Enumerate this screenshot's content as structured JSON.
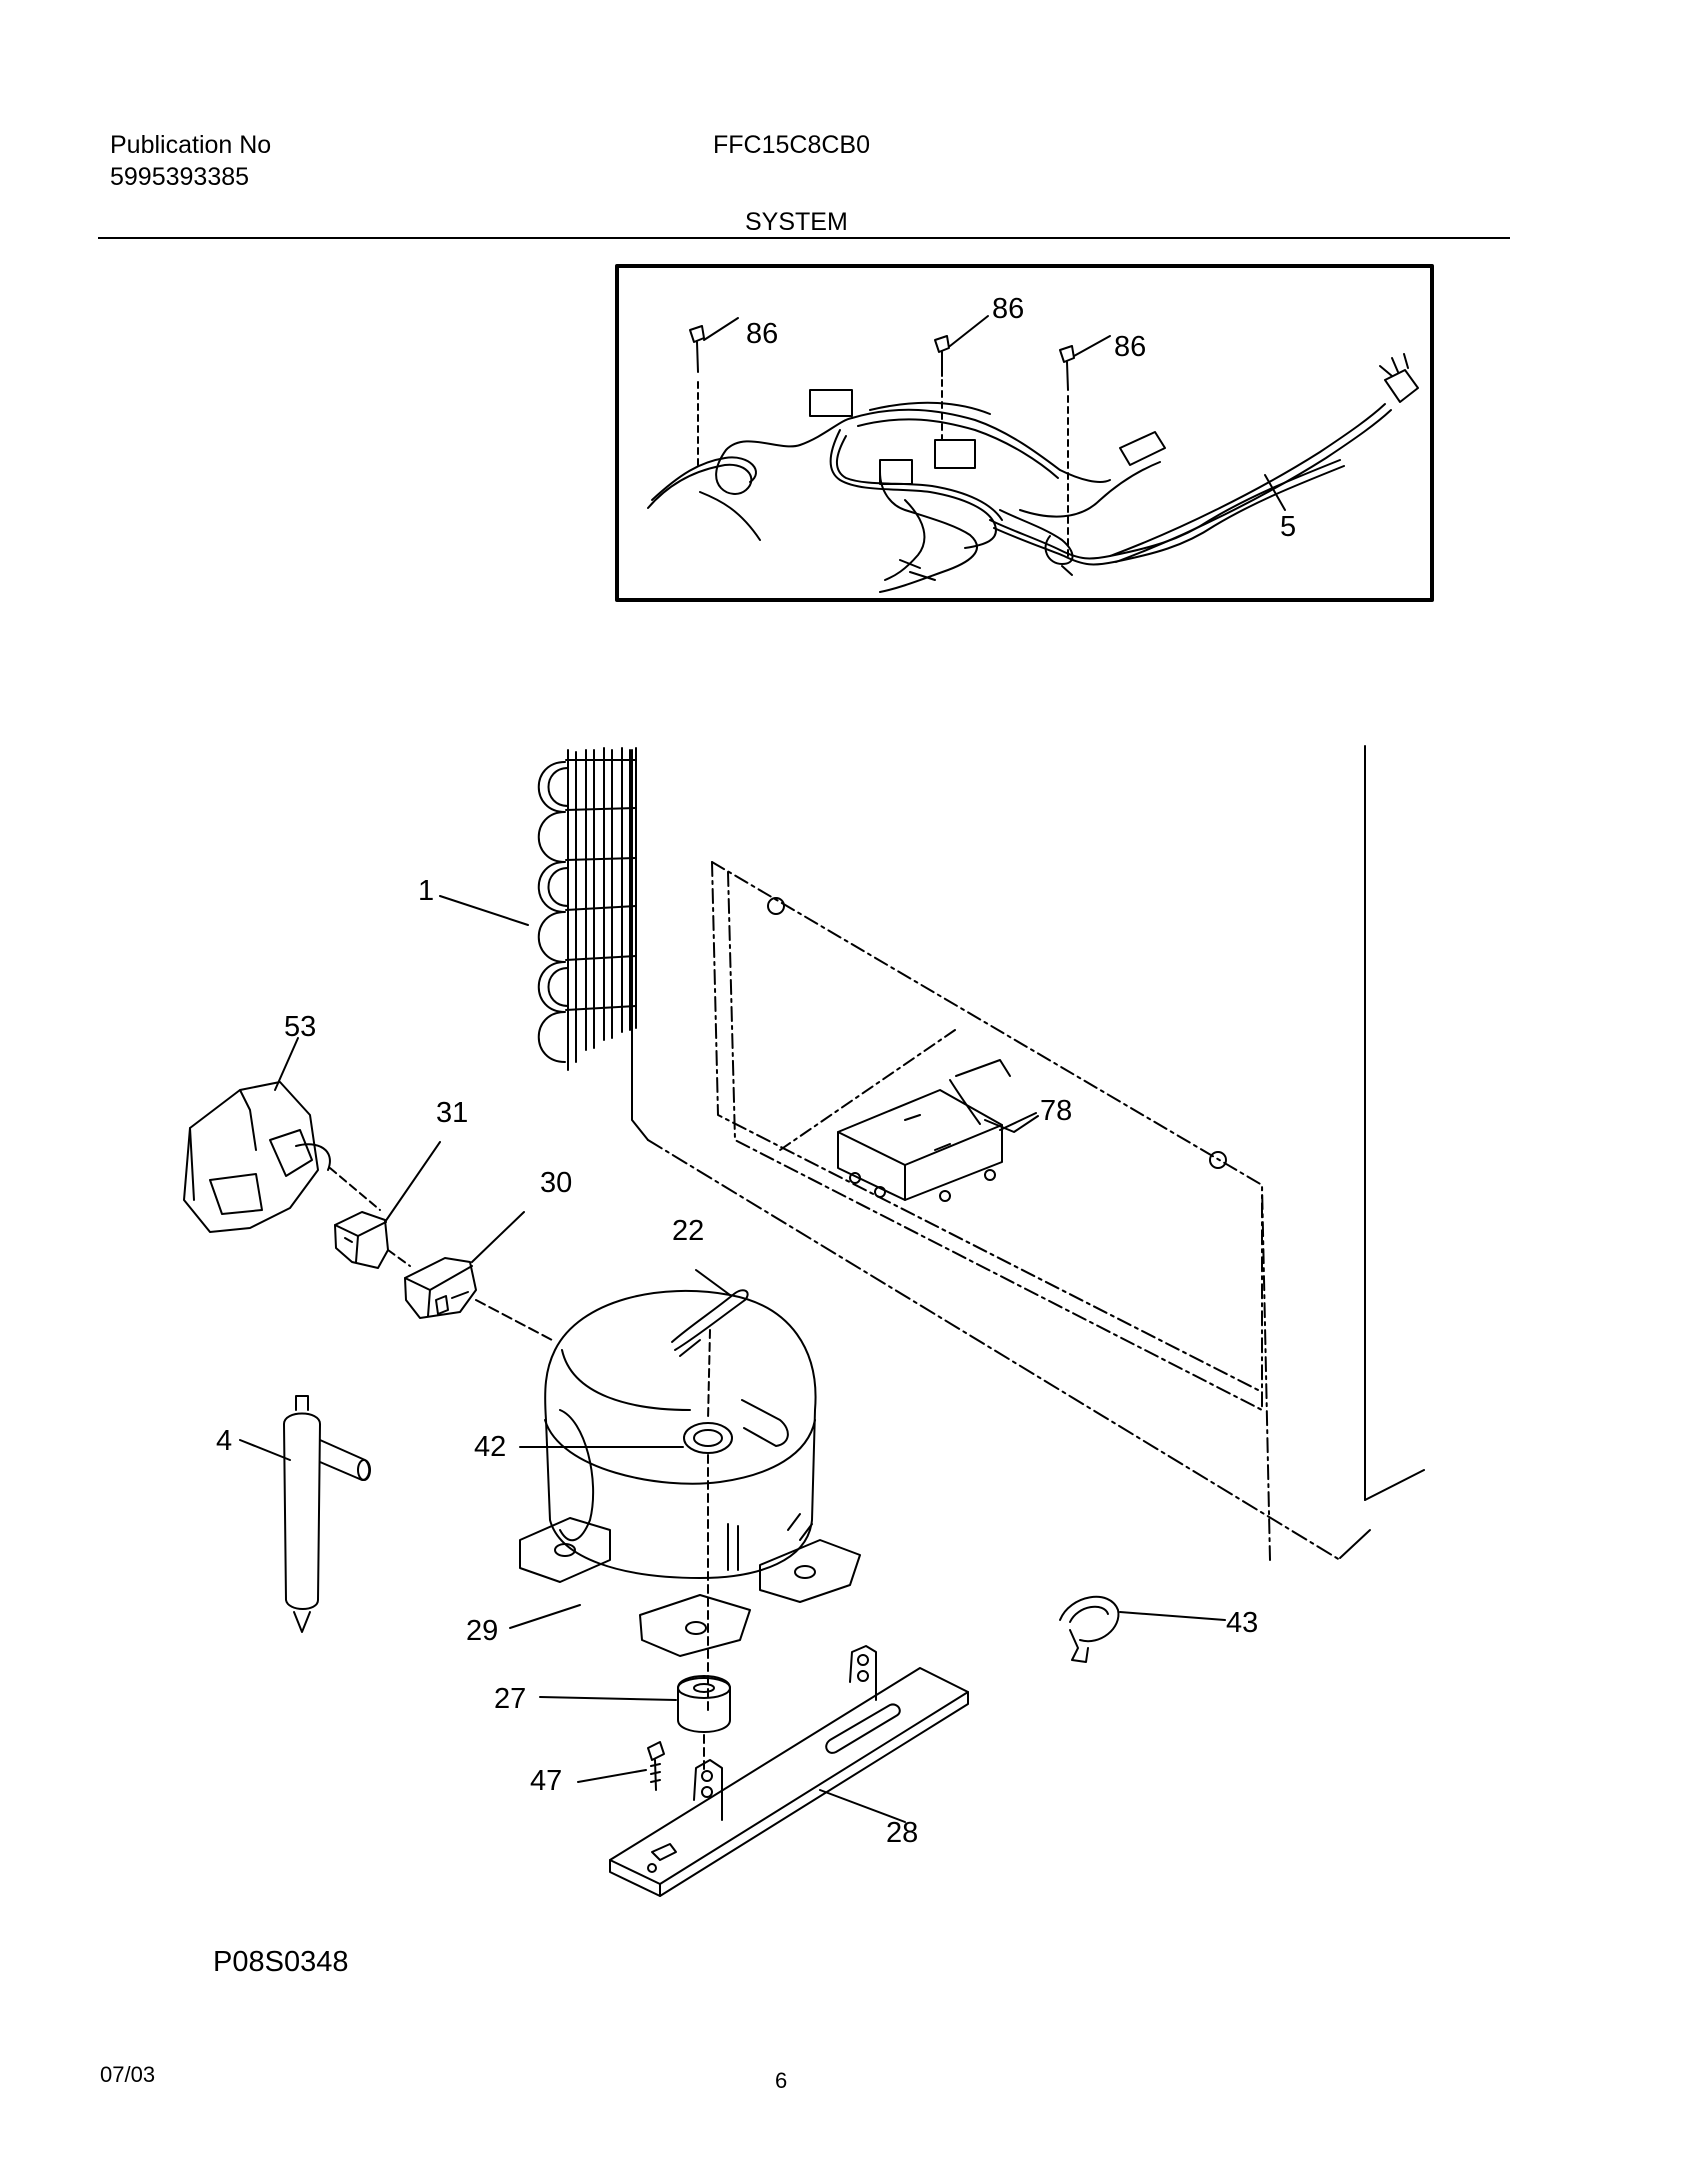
{
  "header": {
    "publication_label": "Publication No",
    "publication_number": "5995393385",
    "model": "FFC15C8CB0",
    "section_title": "SYSTEM"
  },
  "callouts": {
    "inset_screw_a": "86",
    "inset_screw_b": "86",
    "inset_screw_c": "86",
    "power_cord": "5",
    "condenser": "1",
    "cover": "53",
    "relay": "31",
    "overload": "30",
    "control_module": "78",
    "clip_22": "22",
    "drier": "4",
    "grommet_42": "42",
    "compressor": "29",
    "clamp": "43",
    "grommet_27": "27",
    "screw_47": "47",
    "bracket": "28"
  },
  "footer": {
    "illustration_code": "P08S0348",
    "date": "07/03",
    "page_number": "6"
  }
}
